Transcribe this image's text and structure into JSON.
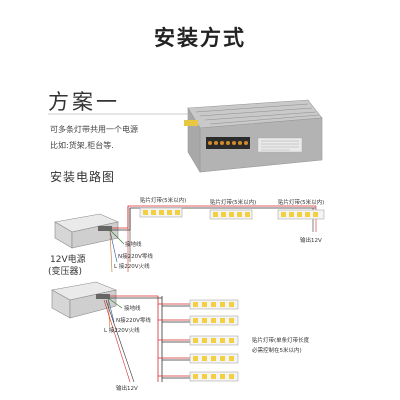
{
  "main_title": "安装方式",
  "plan_title": "方案一",
  "description": {
    "line1": "可多条灯带共用一个电源",
    "line2": "比如:货架,柜台等."
  },
  "section_title": "安装电路图",
  "diagram1": {
    "strip_labels": [
      "贴片灯带(5米以内)",
      "贴片灯带(5米以内)",
      "贴片灯带(5米以内)"
    ],
    "wire_labels": [
      "接地线",
      "N接220V零线",
      "L 接220V火线"
    ],
    "output": "输出12V",
    "psu_label_1": "12V电源",
    "psu_label_2": "(变压器)"
  },
  "diagram2": {
    "wire_labels": [
      "接地线",
      "N接220V零线",
      "L 接220V火线"
    ],
    "note_line1": "贴片灯带(单条灯带长度",
    "note_line2": "必需控制在5米以内)",
    "output": "输出12V"
  },
  "colors": {
    "wire_red": "#d62a2a",
    "wire_black": "#333333",
    "led_yellow": "#f2d040",
    "strip_white": "#f4f4f4"
  }
}
